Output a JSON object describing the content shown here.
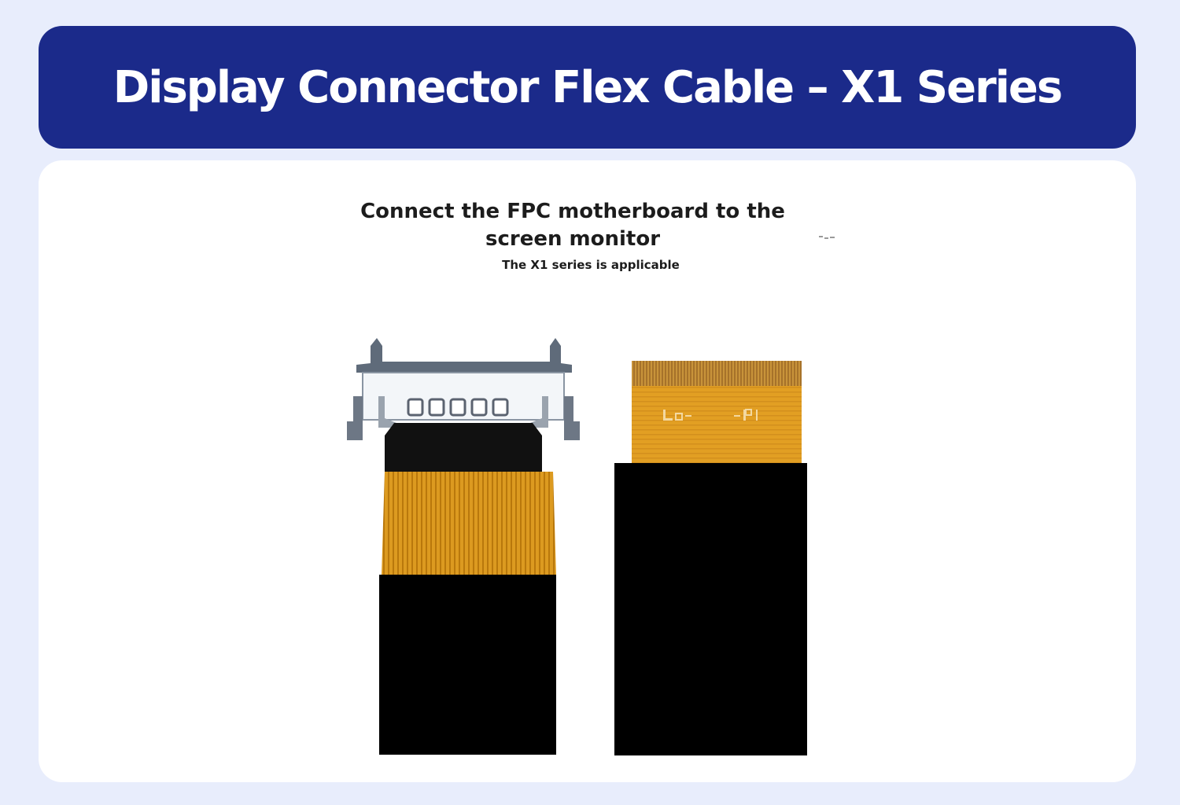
{
  "header": {
    "title": "Display Connector Flex Cable – X1 Series"
  },
  "product_image": {
    "caption_main": "Connect the FPC motherboard to the screen monitor",
    "caption_sub": "The X1 series is applicable"
  },
  "colors": {
    "background": "#e8edfc",
    "header": "#1b2a8a",
    "card": "#ffffff",
    "flex_cable": "#d8961e",
    "panel": "#000000"
  }
}
